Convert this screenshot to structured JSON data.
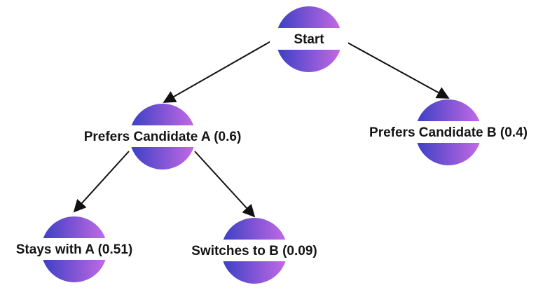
{
  "diagram": {
    "type": "tree",
    "colors": {
      "gradient_start": "#3a3fc4",
      "gradient_end": "#c56ae6",
      "edge": "#111111",
      "label": "#141414",
      "background": "#ffffff"
    },
    "nodes": [
      {
        "id": "start",
        "label": "Start"
      },
      {
        "id": "pref-a",
        "label": "Prefers Candidate A (0.6)"
      },
      {
        "id": "pref-b",
        "label": "Prefers Candidate B (0.4)"
      },
      {
        "id": "stays-a",
        "label": "Stays with A (0.51)"
      },
      {
        "id": "switch-b",
        "label": "Switches to B (0.09)"
      }
    ],
    "edges": [
      {
        "from": "start",
        "to": "pref-a"
      },
      {
        "from": "start",
        "to": "pref-b"
      },
      {
        "from": "pref-a",
        "to": "stays-a"
      },
      {
        "from": "pref-a",
        "to": "switch-b"
      }
    ]
  }
}
